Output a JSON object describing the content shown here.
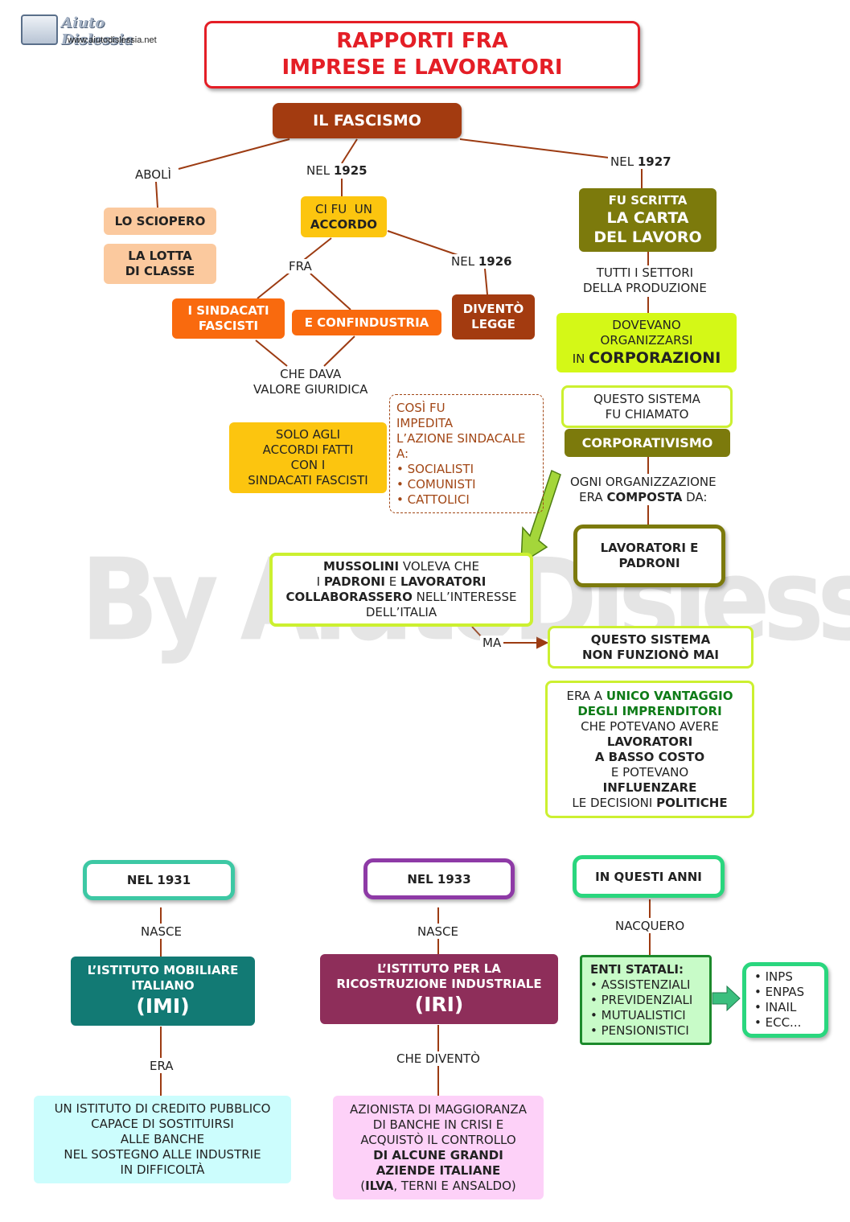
{
  "header": {
    "logo_name": "Aiuto Dislessia",
    "logo_url": "www.aiutodislessia.net",
    "title_line1": "RAPPORTI FRA",
    "title_line2": "IMPRESE E LAVORATORI"
  },
  "watermark": "By AiutoDislessia.net",
  "colors": {
    "title_red": "#e41e26",
    "fascismo_brown": "#a33b10",
    "peach": "#fbc99e",
    "yellow": "#fcc50f",
    "orange": "#f96a0e",
    "olive": "#7c7a0c",
    "lime": "#d4f817",
    "lime_border": "#ccf030",
    "teal": "#127a74",
    "plum": "#8e2e5a",
    "cyan_light": "#ccfdfd",
    "pink_light": "#fdd1f8",
    "green_light": "#c8fbc8",
    "line_brown": "#9c3b12",
    "dashed_text": "#a24716"
  },
  "nodes": {
    "fascismo": "IL FASCISMO",
    "sciopero": "LO SCIOPERO",
    "lotta": [
      "LA LOTTA",
      "DI CLASSE"
    ],
    "accordo": [
      "CI FU  UN",
      "ACCORDO"
    ],
    "sindacati": [
      "I SINDACATI",
      "FASCISTI"
    ],
    "confindustria": "E CONFINDUSTRIA",
    "legge": [
      "DIVENTÒ",
      "LEGGE"
    ],
    "solo": [
      "SOLO AGLI",
      "ACCORDI FATTI",
      "CON I",
      "SINDACATI FASCISTI"
    ],
    "cosi": {
      "lines": [
        "COSÌ FU",
        "IMPEDITA",
        "L’AZIONE SINDACALE",
        "A:"
      ],
      "items": [
        "SOCIALISTI",
        "COMUNISTI",
        "CATTOLICI"
      ]
    },
    "carta": {
      "line1": "FU SCRITTA",
      "line2": "LA CARTA",
      "line3": "DEL LAVORO"
    },
    "corporazioni": {
      "line1": "DOVEVANO",
      "line2": "ORGANIZZARSI",
      "pre": "IN",
      "bold": "CORPORAZIONI"
    },
    "sistema": [
      "QUESTO SISTEMA",
      "FU CHIAMATO"
    ],
    "corporativismo": "CORPORATIVISMO",
    "lavpad": [
      "LAVORATORI E",
      "PADRONI"
    ],
    "mussolini": {
      "l1a": "MUSSOLINI",
      "l1b": " VOLEVA CHE",
      "l2a": "I ",
      "l2b": "PADRONI",
      "l2c": " E ",
      "l2d": "LAVORATORI",
      "l3a": "COLLABORASSERO",
      "l3b": " NELL’INTERESSE",
      "l4": "DELL’ITALIA"
    },
    "nonfunz": [
      "QUESTO SISTEMA",
      "NON FUNZIONÒ MAI"
    ],
    "vantaggio": {
      "l1a": "ERA A ",
      "l1b": "UNICO VANTAGGIO",
      "l2": "DEGLI IMPRENDITORI",
      "l3": "CHE POTEVANO AVERE",
      "l4": "LAVORATORI",
      "l5": "A BASSO COSTO",
      "l6": "E POTEVANO",
      "l7": "INFLUENZARE",
      "l8a": "LE DECISIONI ",
      "l8b": "POLITICHE"
    },
    "nel1931": "NEL 1931",
    "nel1933": "NEL 1933",
    "questi": "IN QUESTI ANNI",
    "imi": {
      "line1": "L’ISTITUTO MOBILIARE",
      "line2": "ITALIANO",
      "big": "(IMI)"
    },
    "iri": {
      "line1": "L’ISTITUTO PER LA",
      "line2": "RICOSTRUZIONE INDUSTRIALE",
      "big": "(IRI)"
    },
    "enti": {
      "title": "ENTI STATALI:",
      "items": [
        "ASSISTENZIALI",
        "PREVIDENZIALI",
        "MUTUALISTICI",
        "PENSIONISTICI"
      ]
    },
    "inps": [
      "INPS",
      "ENPAS",
      "INAIL",
      "ECC..."
    ],
    "credito": [
      "UN ISTITUTO DI CREDITO PUBBLICO",
      "CAPACE DI SOSTITUIRSI",
      "ALLE BANCHE",
      "NEL SOSTEGNO ALLE INDUSTRIE",
      "IN DIFFICOLTÀ"
    ],
    "azionista": {
      "l1": "AZIONISTA DI MAGGIORANZA",
      "l2": "DI BANCHE IN CRISI E",
      "l3": "ACQUISTÒ IL CONTROLLO",
      "l4": "DI ALCUNE GRANDI",
      "l5": "AZIENDE ITALIANE",
      "l6a": "(",
      "l6b": "ILVA",
      "l6c": ", TERNI E ANSALDO)"
    }
  },
  "labels": {
    "aboli": "ABOLÌ",
    "nel1925a": "NEL ",
    "nel1925b": "1925",
    "nel1927a": "NEL ",
    "nel1927b": "1927",
    "nel1926a": "NEL ",
    "nel1926b": "1926",
    "fra": "FRA",
    "chedava1": "CHE DAVA",
    "chedava2": "VALORE GIURIDICA",
    "tutti1": "TUTTI I SETTORI",
    "tutti2": "DELLA PRODUZIONE",
    "ogni1": "OGNI ORGANIZZAZIONE",
    "ogni2a": "ERA ",
    "ogni2b": "COMPOSTA",
    "ogni2c": " DA:",
    "ma": "MA",
    "nasce1": "NASCE",
    "nasce2": "NASCE",
    "nacquero": "NACQUERO",
    "era": "ERA",
    "chedivento": "CHE DIVENTÒ"
  }
}
